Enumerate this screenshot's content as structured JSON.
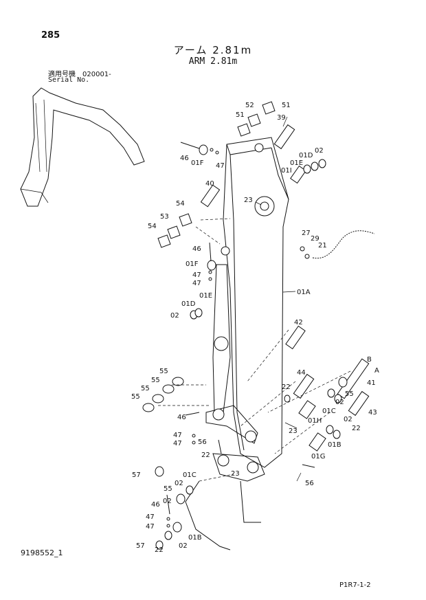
{
  "header": {
    "page_number": "285",
    "title_jp": "アーム 2.81m",
    "title_en": "ARM 2.81m",
    "serial_label_jp": "適用号機　020001-",
    "serial_label_en": "Serial No."
  },
  "footer": {
    "left_code": "9198552_1",
    "right_code": "P1R7-1-2"
  },
  "callouts": [
    {
      "id": "c52a",
      "text": "52"
    },
    {
      "id": "c51a",
      "text": "51"
    },
    {
      "id": "c51b",
      "text": "51"
    },
    {
      "id": "c39",
      "text": "39"
    },
    {
      "id": "c46a",
      "text": "46"
    },
    {
      "id": "c01Fa",
      "text": "01F"
    },
    {
      "id": "c47a",
      "text": "47"
    },
    {
      "id": "c01Da",
      "text": "01D"
    },
    {
      "id": "c02a",
      "text": "02"
    },
    {
      "id": "c01Ea",
      "text": "01E"
    },
    {
      "id": "c01I",
      "text": "01I"
    },
    {
      "id": "c40",
      "text": "40"
    },
    {
      "id": "c23a",
      "text": "23"
    },
    {
      "id": "c54a",
      "text": "54"
    },
    {
      "id": "c53",
      "text": "53"
    },
    {
      "id": "c54b",
      "text": "54"
    },
    {
      "id": "c27",
      "text": "27"
    },
    {
      "id": "c29",
      "text": "29"
    },
    {
      "id": "c21",
      "text": "21"
    },
    {
      "id": "c46b",
      "text": "46"
    },
    {
      "id": "c01Fb",
      "text": "01F"
    },
    {
      "id": "c47b",
      "text": "47"
    },
    {
      "id": "c47c",
      "text": "47"
    },
    {
      "id": "c01Eb",
      "text": "01E"
    },
    {
      "id": "c01Db",
      "text": "01D"
    },
    {
      "id": "c02b",
      "text": "02"
    },
    {
      "id": "c01A",
      "text": "01A"
    },
    {
      "id": "c42",
      "text": "42"
    },
    {
      "id": "cB",
      "text": "B"
    },
    {
      "id": "cA",
      "text": "A"
    },
    {
      "id": "c41",
      "text": "41"
    },
    {
      "id": "c55a",
      "text": "55"
    },
    {
      "id": "c55b",
      "text": "55"
    },
    {
      "id": "c55c",
      "text": "55"
    },
    {
      "id": "c55d",
      "text": "55"
    },
    {
      "id": "c44",
      "text": "44"
    },
    {
      "id": "c22a",
      "text": "22"
    },
    {
      "id": "c55e",
      "text": "55"
    },
    {
      "id": "c02c",
      "text": "02"
    },
    {
      "id": "c01C",
      "text": "01C"
    },
    {
      "id": "c43",
      "text": "43"
    },
    {
      "id": "c02d",
      "text": "02"
    },
    {
      "id": "c22b",
      "text": "22"
    },
    {
      "id": "c46c",
      "text": "46"
    },
    {
      "id": "c01H",
      "text": "01H"
    },
    {
      "id": "c23b",
      "text": "23"
    },
    {
      "id": "c01B",
      "text": "01B"
    },
    {
      "id": "c47d",
      "text": "47"
    },
    {
      "id": "c47e",
      "text": "47"
    },
    {
      "id": "c56a",
      "text": "56"
    },
    {
      "id": "c22c",
      "text": "22"
    },
    {
      "id": "c01G",
      "text": "01G"
    },
    {
      "id": "c57a",
      "text": "57"
    },
    {
      "id": "c01Cb",
      "text": "01C"
    },
    {
      "id": "c02e",
      "text": "02"
    },
    {
      "id": "c23c",
      "text": "23"
    },
    {
      "id": "c56b",
      "text": "56"
    },
    {
      "id": "c55f",
      "text": "55"
    },
    {
      "id": "c46d",
      "text": "46"
    },
    {
      "id": "c02f",
      "text": "02"
    },
    {
      "id": "c47f",
      "text": "47"
    },
    {
      "id": "c47g",
      "text": "47"
    },
    {
      "id": "c01Bb",
      "text": "01B"
    },
    {
      "id": "c57b",
      "text": "57"
    },
    {
      "id": "c22d",
      "text": "22"
    },
    {
      "id": "c02g",
      "text": "02"
    }
  ]
}
